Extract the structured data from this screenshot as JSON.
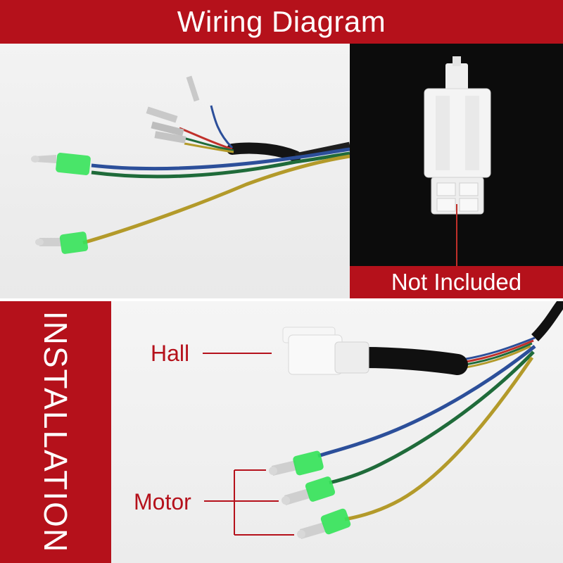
{
  "header": {
    "title": "Wiring Diagram"
  },
  "inset": {
    "label": "Not Included"
  },
  "side": {
    "label": "INSTALLATION"
  },
  "callouts": {
    "hall": "Hall",
    "motor": "Motor"
  },
  "colors": {
    "brand_red": "#b5111b",
    "wire_blue": "#2c4f9a",
    "wire_green": "#1f6b3a",
    "wire_yellow": "#b39a2a",
    "wire_red": "#c0302a",
    "terminal_green": "#36e35a",
    "connector_white": "#f6f6f6"
  },
  "icons": [
    "hall-connector-icon",
    "motor-bullet-terminal-icon",
    "connector-housing-icon"
  ]
}
